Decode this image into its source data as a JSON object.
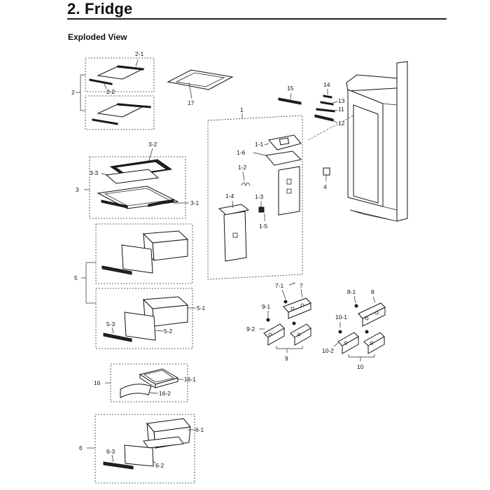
{
  "page": {
    "title": "2.  Fridge",
    "subtitle": "Exploded View"
  },
  "labels": {
    "l_2_1": "2-1",
    "l_2": "2",
    "l_2_2": "2-2",
    "l_17": "17",
    "l_15": "15",
    "l_14": "14",
    "l_13": "13",
    "l_11": "11",
    "l_12": "12",
    "l_1": "1",
    "l_1_1": "1-1",
    "l_1_6": "1-6",
    "l_1_2": "1-2",
    "l_1_4": "1-4",
    "l_1_3": "1-3",
    "l_1_5": "1-5",
    "l_4": "4",
    "l_3_2": "3-2",
    "l_3_3": "3-3",
    "l_3": "3",
    "l_3_1": "3-1",
    "l_5": "5",
    "l_5_1": "5-1",
    "l_5_3": "5-3",
    "l_5_2": "5-2",
    "l_7_1": "7-1",
    "l_7": "7",
    "l_9_1": "9-1",
    "l_9_2": "9-2",
    "l_9": "9",
    "l_8_1": "8-1",
    "l_8": "8",
    "l_10_1": "10-1",
    "l_10_2": "10-2",
    "l_10": "10",
    "l_16": "16",
    "l_16_1": "16-1",
    "l_16_2": "16-2",
    "l_6": "6",
    "l_6_1": "6-1",
    "l_6_3": "6-3",
    "l_6_2": "6-2"
  }
}
